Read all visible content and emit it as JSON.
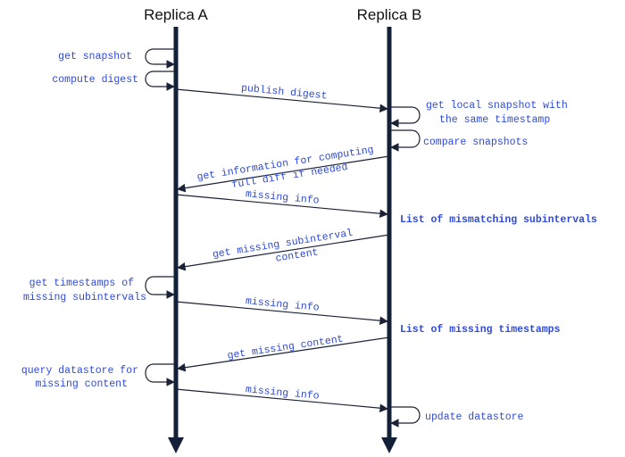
{
  "actors": {
    "a": "Replica A",
    "b": "Replica B"
  },
  "self_actions": {
    "get_snapshot": "get snapshot",
    "compute_digest": "compute digest",
    "get_local_snapshot_1": "get local snapshot with",
    "get_local_snapshot_2": "the same timestamp",
    "compare_snapshots": "compare snapshots",
    "get_timestamps_1": "get timestamps of",
    "get_timestamps_2": "missing subintervals",
    "query_datastore_1": "query datastore for",
    "query_datastore_2": "missing content",
    "update_datastore": "update datastore"
  },
  "messages": {
    "publish_digest": "publish digest",
    "get_info_1": "get information for computing",
    "get_info_2": "full diff if needed",
    "missing_info_1": "missing info",
    "get_missing_sub_1": "get missing subinterval",
    "get_missing_sub_2": "content",
    "missing_info_2": "missing info",
    "get_missing_content": "get missing content",
    "missing_info_3": "missing info"
  },
  "notes": {
    "mismatching": "List of mismatching subintervals",
    "missing_timestamps": "List of missing timestamps"
  },
  "colors": {
    "lifeline": "#142038",
    "label": "#2f4ad8",
    "actor": "#111111"
  }
}
